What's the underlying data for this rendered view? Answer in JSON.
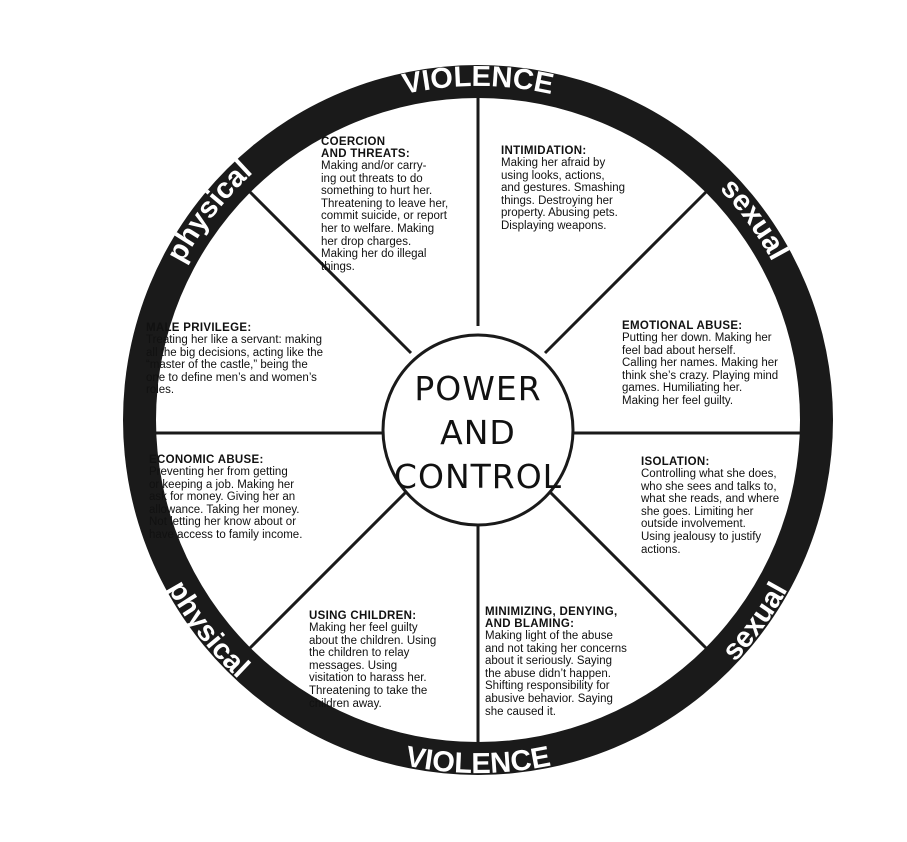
{
  "rim": {
    "top": "VIOLENCE",
    "bottom": "VIOLENCE",
    "upper_left": "physical",
    "upper_right": "sexual",
    "lower_left": "physical",
    "lower_right": "sexual"
  },
  "center": {
    "line1": "POWER",
    "line2": "AND",
    "line3": "CONTROL"
  },
  "segments": {
    "coercion": {
      "title": "COERCION\nAND THREATS:",
      "body": "Making and/or carry-\ning out threats to do\nsomething to hurt her.\nThreatening to leave her,\ncommit suicide, or report\nher to welfare. Making\nher drop charges.\nMaking her do illegal\nthings."
    },
    "intimidation": {
      "title": "INTIMIDATION:",
      "body": "Making her afraid by\nusing looks, actions,\nand gestures. Smashing\nthings. Destroying her\nproperty. Abusing pets.\nDisplaying weapons."
    },
    "male_privilege": {
      "title": "MALE PRIVILEGE:",
      "body": "Treating her like a servant: making\nall the big decisions, acting like the\n“master of the castle,” being the\none to define men’s and women’s\nroles."
    },
    "emotional_abuse": {
      "title": "EMOTIONAL ABUSE:",
      "body": "Putting her down. Making her\nfeel bad about herself.\nCalling her names. Making her\nthink she’s crazy. Playing mind\ngames. Humiliating her.\nMaking her feel guilty."
    },
    "economic_abuse": {
      "title": "ECONOMIC ABUSE:",
      "body": "Preventing her from getting\nor keeping a job. Making her\nask for money. Giving her an\nallowance. Taking her money.\nNot letting her know about or\nhave access to family income."
    },
    "isolation": {
      "title": "ISOLATION:",
      "body": "Controlling what she does,\nwho she sees and talks to,\nwhat she reads, and where\nshe goes. Limiting her\noutside involvement.\nUsing jealousy to justify\nactions."
    },
    "using_children": {
      "title": "USING CHILDREN:",
      "body": "Making her feel guilty\nabout the children. Using\nthe children to relay\nmessages. Using\nvisitation to harass her.\nThreatening to take the\nchildren away."
    },
    "minimizing": {
      "title": "MINIMIZING, DENYING,\nAND BLAMING:",
      "body": "Making light of the abuse\nand not taking her concerns\nabout it seriously. Saying\nthe abuse didn’t happen.\nShifting responsibility for\nabusive behavior. Saying\nshe caused it."
    }
  },
  "colors": {
    "rim": "#1a1a1a",
    "background": "#ffffff",
    "text": "#111111"
  }
}
